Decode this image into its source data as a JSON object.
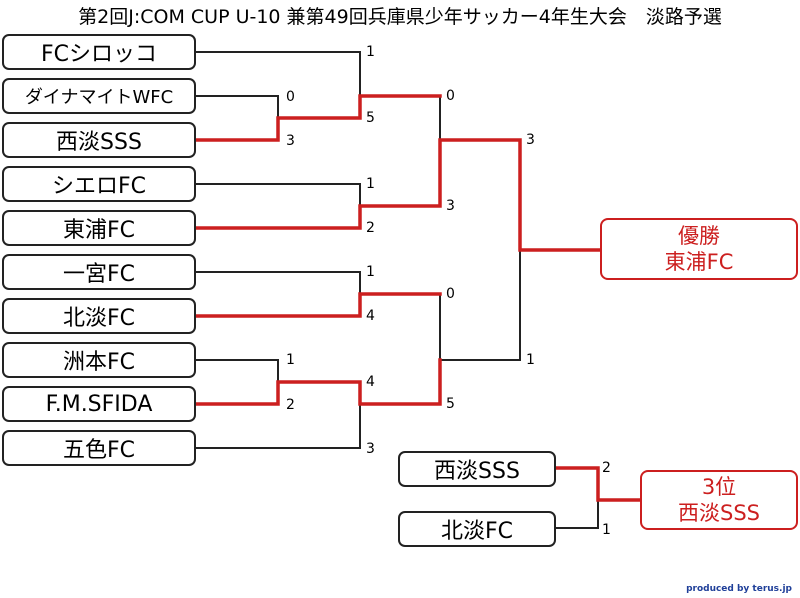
{
  "title": "第2回J:COM CUP U-10 兼第49回兵庫県少年サッカー4年生大会　淡路予選",
  "teams": [
    "FCシロッコ",
    "ダイナマイトWFC",
    "西淡SSS",
    "シエロFC",
    "東浦FC",
    "一宮FC",
    "北淡FC",
    "洲本FC",
    "F.M.SFIDA",
    "五色FC"
  ],
  "champion": {
    "label": "優勝",
    "team": "東浦FC"
  },
  "third_place_match": {
    "teams": [
      "西淡SSS",
      "北淡FC"
    ]
  },
  "third_place": {
    "label": "3位",
    "team": "西淡SSS"
  },
  "scores": {
    "r1_fc_shirokko": "1",
    "r1_dynamite": "0",
    "r1_nishidan_vs_dynamite": "3",
    "r1_nishidan_vs_shirokko": "5",
    "r1_shiero": "1",
    "r1_higashiura": "2",
    "r1_ichinomiya": "1",
    "r1_hokudan": "4",
    "r1_sumoto": "1",
    "r1_fmsfida": "2",
    "r1_fmsfida_vs_goshiki": "4",
    "r1_goshiki": "3",
    "sf_nishidan": "0",
    "sf_higashiura": "3",
    "sf_hokudan": "0",
    "sf_fmsfida": "5",
    "final_top": "3",
    "final_bottom": "1",
    "third_nishidan": "2",
    "third_hokudan": "1"
  },
  "credit": "produced by terus.jp",
  "colors": {
    "winner_line": "#cc1f1f",
    "loser_line": "#222222"
  }
}
